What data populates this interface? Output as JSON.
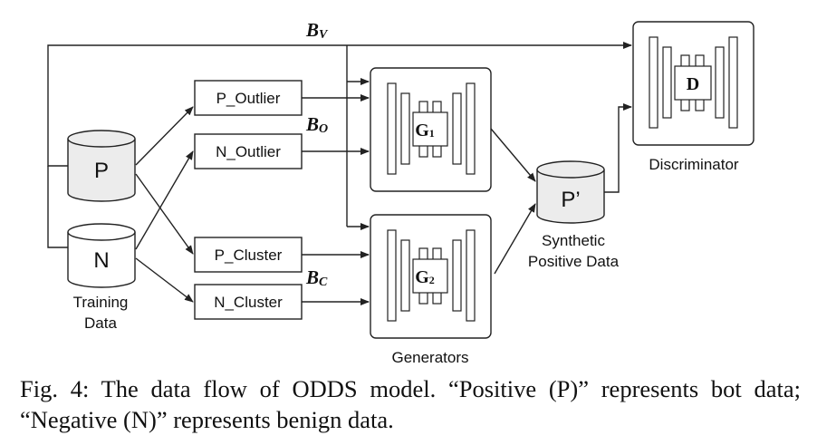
{
  "labels": {
    "training_data_line1": "Training",
    "training_data_line2": "Data",
    "p": "P",
    "n": "N",
    "p_outlier": "P_Outlier",
    "n_outlier": "N_Outlier",
    "p_cluster": "P_Cluster",
    "n_cluster": "N_Cluster",
    "bv_main": "B",
    "bv_sub": "V",
    "bo_main": "B",
    "bo_sub": "O",
    "bc_main": "B",
    "bc_sub": "C",
    "g1_main": "G",
    "g1_sub": "1",
    "g2_main": "G",
    "g2_sub": "2",
    "d": "D",
    "generators": "Generators",
    "p_prime": "P’",
    "synthetic_line1": "Synthetic",
    "synthetic_line2": "Positive Data",
    "discriminator": "Discriminator"
  },
  "caption": "Fig. 4: The data flow of ODDS model. “Positive (P)” represents bot data; “Negative (N)” represents benign data."
}
